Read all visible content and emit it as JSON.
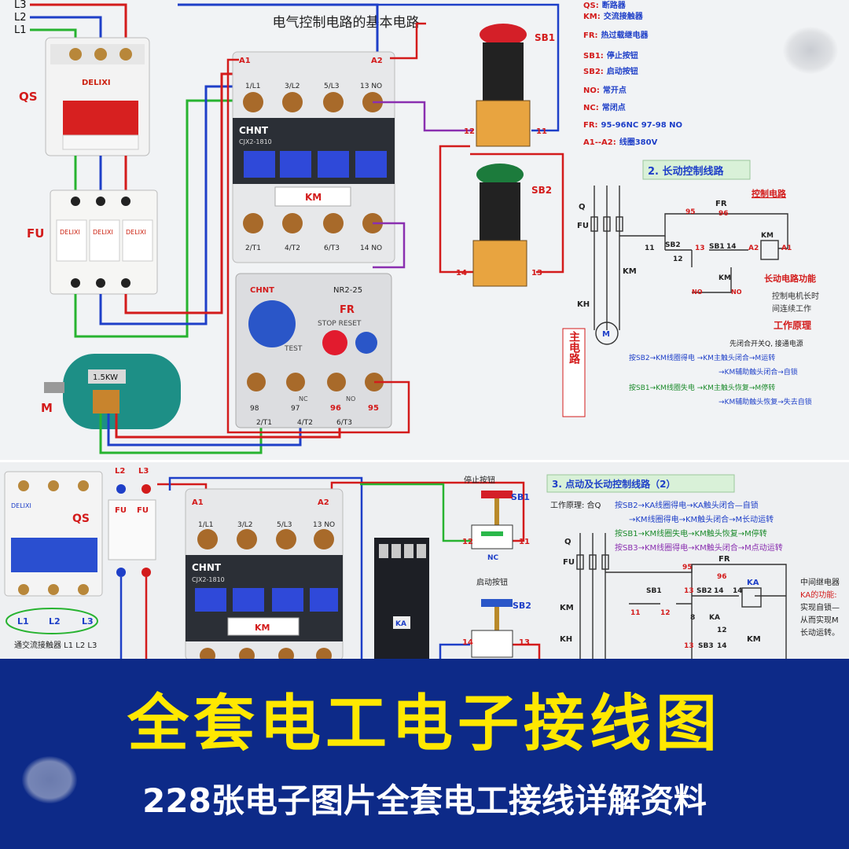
{
  "top": {
    "title": "电气控制电路的基本电路",
    "supply": {
      "l3": "L3",
      "l2": "L2",
      "l1": "L1"
    },
    "labels": {
      "qs": "QS",
      "fu": "FU",
      "m": "M",
      "km": "KM",
      "fr": "FR",
      "sb1": "SB1",
      "sb2": "SB2",
      "motor_power": "1.5KW"
    },
    "breaker": {
      "brand": "DELIXI"
    },
    "fuse_brand": "DELIXI",
    "contactor": {
      "brand": "CHNT",
      "model": "CJX2-1810",
      "coil_a1": "A1",
      "coil_a2": "A2",
      "top_terms": [
        "1/L1",
        "3/L2",
        "5/L3",
        "13 NO"
      ],
      "bottom_terms": [
        "2/T1",
        "4/T2",
        "6/T3",
        "14 NO"
      ]
    },
    "relay": {
      "brand": "CHNT",
      "model": "NR2-25",
      "stop_reset": "STOP RESET",
      "test": "TEST",
      "terms": [
        "98",
        "97",
        "96",
        "95"
      ],
      "nc": "NC",
      "no": "NO",
      "bottom_terms": [
        "2/T1",
        "4/T2",
        "6/T3"
      ]
    },
    "sb_terms": {
      "sb1_left": "12",
      "sb1_right": "11",
      "sb2_left": "14",
      "sb2_right": "13"
    },
    "legend": [
      {
        "key": "QS:",
        "val": "断路器"
      },
      {
        "key": "KM:",
        "val": "交流接触器"
      },
      {
        "key": "FR:",
        "val": "热过载继电器"
      },
      {
        "key": "SB1:",
        "val": "停止按钮"
      },
      {
        "key": "SB2:",
        "val": "启动按钮"
      },
      {
        "key": "NO:",
        "val": "常开点"
      },
      {
        "key": "NC:",
        "val": "常闭点"
      },
      {
        "key": "FR:",
        "val": "95-96NC  97-98 NO"
      },
      {
        "key": "A1--A2:",
        "val": "线圈380V"
      }
    ],
    "schematic": {
      "heading": "2. 长动控制线路",
      "ctrl_label": "控制电路",
      "main_label": "主电路",
      "q": "Q",
      "fu": "FU",
      "km": "KM",
      "kh": "KH",
      "m": "M",
      "fr": "FR",
      "n95": "95",
      "n96": "96",
      "n11": "11",
      "sb2": "SB2",
      "n12": "12",
      "n13": "13",
      "sb1": "SB1",
      "n14": "14",
      "a2": "A2",
      "a1": "A1",
      "km_coil": "KM",
      "km_aux": "KM",
      "no1": "NO",
      "no2": "NO",
      "func_title": "长动电路功能",
      "func_desc": [
        "控制电机长时",
        "间连续工作"
      ],
      "principle_title": "工作原理",
      "principle": [
        "先闭合开关Q, 接通电源",
        "按SB2→KM线圈得电 →KM主触头闭合→M运转",
        "→KM辅助触头闭合→自锁",
        "按SB1→KM线圈失电 →KM主触头恢复→M停转",
        "→KM辅助触头恢复→失去自锁"
      ]
    }
  },
  "middle": {
    "labels": {
      "qs": "QS",
      "fu1": "FU",
      "fu2": "FU",
      "l2": "L2",
      "l3": "L3",
      "km": "KM",
      "ka": "KA"
    },
    "breaker_brand": "DELIXI",
    "phases": [
      "L1",
      "L2",
      "L3"
    ],
    "breaker_caption": "通交流接触器 L1 L2 L3",
    "contactor": {
      "brand": "CHNT",
      "model": "CJX2-1810",
      "coil_a1": "A1",
      "coil_a2": "A2",
      "top_terms": [
        "1/L1",
        "3/L2",
        "5/L3",
        "13 NO"
      ]
    },
    "stop": {
      "title": "停止按钮",
      "label": "SB1",
      "left": "12",
      "right": "11",
      "state": "NC"
    },
    "start": {
      "title": "启动按钮",
      "label": "SB2",
      "left": "14",
      "right": "13"
    },
    "schematic": {
      "heading": "3. 点动及长动控制线路（2）",
      "principle_lead": "工作原理: 合Q",
      "lines": [
        "按SB2→KA线圈得电→KA触头闭合—自锁",
        "→KM线圈得电→KM触头闭合→M长动运转",
        "按SB1→KM线圈失电→KM触头恢复→M停转",
        "按SB3→KM线圈得电→KM触头闭合→M点动运转"
      ],
      "q": "Q",
      "fu": "FU",
      "km": "KM",
      "kh": "KH",
      "fr": "FR",
      "n95": "95",
      "n96": "96",
      "sb1": "SB1",
      "n11": "11",
      "n12": "12",
      "sb2": "SB2",
      "n13a": "13",
      "n14a": "14",
      "n14b": "14",
      "ka": "KA",
      "n8": "8",
      "ka2": "KA",
      "n12b": "12",
      "sb3": "SB3",
      "n13b": "13",
      "n14c": "14",
      "km2": "KM",
      "note": [
        "中间继电器",
        "KA的功能:",
        "实现自锁—",
        "从而实现M",
        "长动运转。"
      ]
    }
  },
  "banner": {
    "title": "全套电工电子接线图",
    "subtitle": "228张电子图片全套电工接线详解资料"
  }
}
